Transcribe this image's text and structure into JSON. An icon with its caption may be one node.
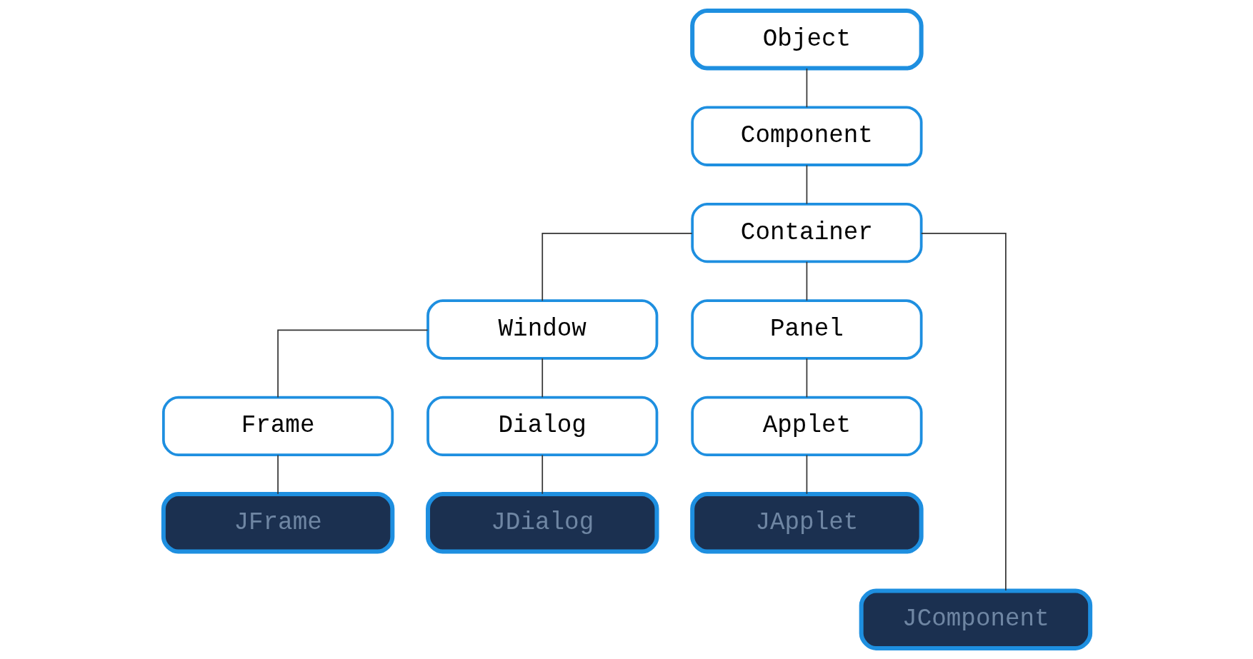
{
  "diagram": {
    "nodes": [
      {
        "text": [
          "Object"
        ]
      },
      {
        "text": [
          "Component"
        ]
      },
      {
        "text": [
          "Container"
        ]
      },
      {
        "text": [
          "Window"
        ]
      },
      {
        "text": [
          "Panel"
        ]
      },
      {
        "text": [
          "Frame"
        ]
      },
      {
        "text": [
          "Dialog"
        ]
      },
      {
        "text": [
          "Applet"
        ]
      },
      {
        "text": [
          "JFrame"
        ]
      },
      {
        "text": [
          "JDialog"
        ]
      },
      {
        "text": [
          "JApplet"
        ]
      },
      {
        "text": [
          "JComponent"
        ]
      }
    ],
    "edges": [
      {
        "from": 0,
        "to": 1,
        "arrow": "none"
      },
      {
        "from": 1,
        "to": 2,
        "arrow": "none"
      },
      {
        "from": 2,
        "to": 3,
        "arrow": "none"
      },
      {
        "from": 2,
        "to": 11,
        "arrow": "none"
      },
      {
        "from": 2,
        "to": 4,
        "arrow": "none"
      },
      {
        "from": 3,
        "to": 5,
        "arrow": "none"
      },
      {
        "from": 3,
        "to": 6,
        "arrow": "none"
      },
      {
        "from": 4,
        "to": 7,
        "arrow": "none"
      },
      {
        "from": 5,
        "to": 8,
        "arrow": "none"
      },
      {
        "from": 6,
        "to": 9,
        "arrow": "none"
      },
      {
        "from": 7,
        "to": 10,
        "arrow": "none"
      }
    ]
  }
}
